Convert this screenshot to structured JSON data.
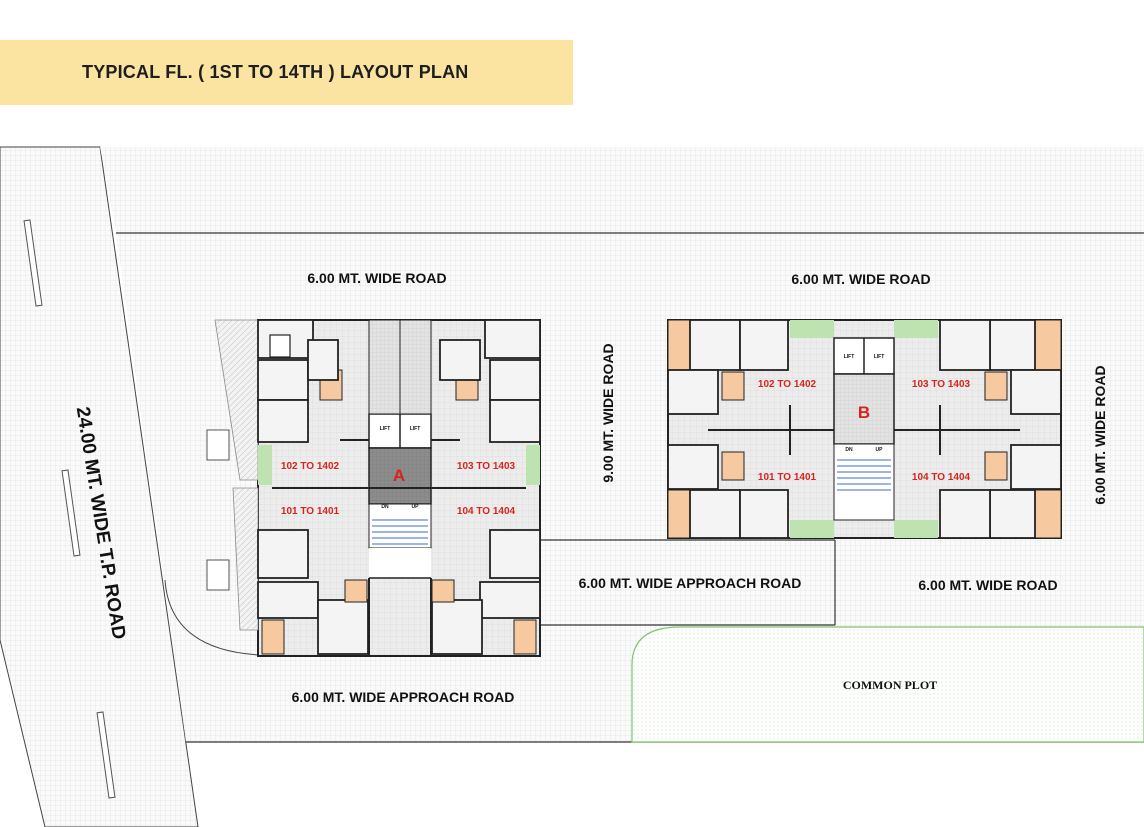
{
  "title": "TYPICAL FL. ( 1ST TO 14TH ) LAYOUT PLAN",
  "roads": {
    "tp_road": "24.00 MT. WIDE T.P. ROAD",
    "top_left": "6.00 MT. WIDE ROAD",
    "top_right": "6.00 MT. WIDE ROAD",
    "middle_vertical": "9.00 MT. WIDE ROAD",
    "right_vertical": "6.00 MT. WIDE ROAD",
    "approach_middle": "6.00 MT. WIDE APPROACH ROAD",
    "right_bottom": "6.00 MT. WIDE ROAD",
    "approach_bottom": "6.00 MT. WIDE APPROACH ROAD"
  },
  "common_plot": "COMMON PLOT",
  "building_a": {
    "name": "A",
    "flats": [
      "102 TO 1402",
      "103 TO 1403",
      "101 TO 1401",
      "104 TO 1404"
    ],
    "lift": "LIFT",
    "stair_dn": "DN",
    "stair_up": "UP"
  },
  "building_b": {
    "name": "B",
    "flats": [
      "102 TO 1402",
      "103 TO 1403",
      "101 TO 1401",
      "104 TO 1404"
    ],
    "lift": "LIFT",
    "stair_dn": "DN",
    "stair_up": "UP"
  },
  "colors": {
    "banner": "#fbe3a2",
    "flat_label": "#d6241c",
    "kitchen": "#f7c9a0",
    "garden": "#bfe3b0",
    "core": "#8c8c8c"
  }
}
